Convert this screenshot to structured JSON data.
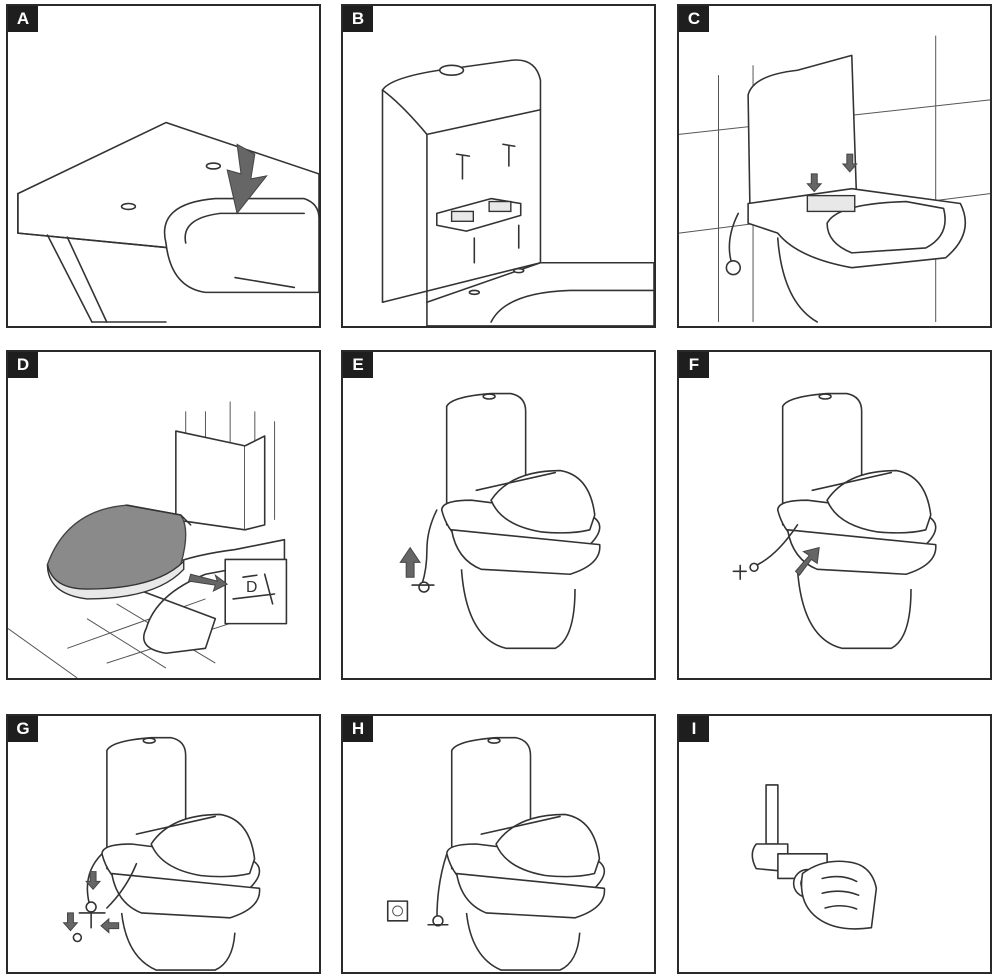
{
  "panels": [
    {
      "label": "A"
    },
    {
      "label": "B"
    },
    {
      "label": "C"
    },
    {
      "label": "D"
    },
    {
      "label": "E"
    },
    {
      "label": "F"
    },
    {
      "label": "G"
    },
    {
      "label": "H"
    },
    {
      "label": "I"
    }
  ],
  "detail_callout": {
    "letter": "D"
  }
}
